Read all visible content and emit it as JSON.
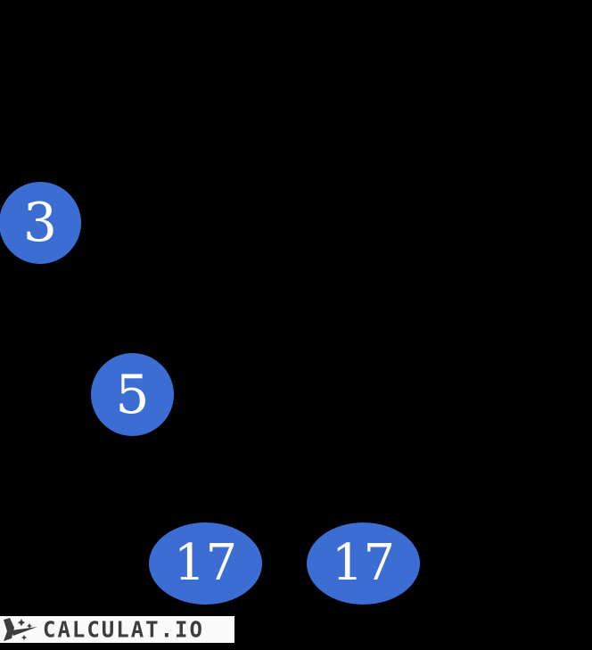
{
  "page": {
    "background_color": "#000000"
  },
  "diagram": {
    "type": "factor-tree",
    "node_color": "#3B6DD3",
    "node_text_color": "#FFFFFF",
    "nodes": [
      {
        "id": "prime-3",
        "label": "3",
        "shape": "circle"
      },
      {
        "id": "prime-5",
        "label": "5",
        "shape": "circle"
      },
      {
        "id": "prime-17-left",
        "label": "17",
        "shape": "ellipse"
      },
      {
        "id": "prime-17-right",
        "label": "17",
        "shape": "ellipse"
      }
    ]
  },
  "watermark": {
    "text": "CALCULAT.IO",
    "icon": "rocket-icon",
    "bar_color": "#FAFAFA",
    "text_color": "#3D3D3D"
  }
}
